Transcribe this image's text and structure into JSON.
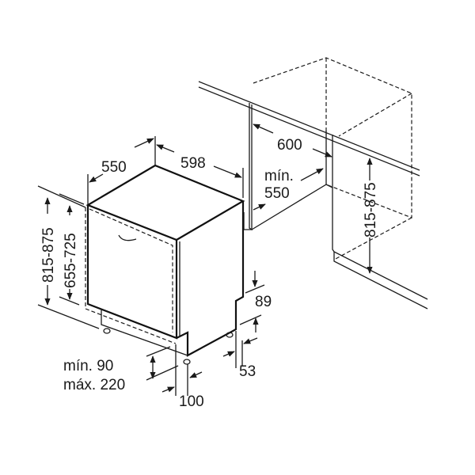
{
  "diagram": {
    "title": "Dishwasher installation dimensions",
    "labels": {
      "depth": "550",
      "width": "598",
      "niche_width": "600",
      "niche_depth_min": "mín.",
      "niche_depth_value": "550",
      "niche_height": "815-875",
      "appliance_height": "815-875",
      "door_height": "655-725",
      "plinth_offset": "89",
      "foot_offset": "53",
      "plinth_min": "mín. 90",
      "plinth_max": "máx. 220",
      "plinth_depth": "100"
    }
  }
}
